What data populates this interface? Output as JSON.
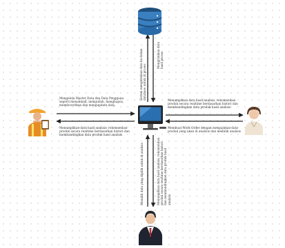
{
  "nodes": {
    "database": "database-icon",
    "computer": "computer-monitor-icon",
    "admin": "worker-with-clipboard-icon",
    "customer": "customer-person-icon",
    "manager": "businessman-icon"
  },
  "edges": {
    "left_top": "Mengelola Master Data dan Data Pengguna seperti menambah, mengubah, menghapus, memfavoritkan dan mengupdate data.",
    "left_bottom": "Menampilkan data hasil analisis, rekomendasi produk secara realtime berdasarkan histori dan membandingkan data produk hasil analisis",
    "right_top": "Menampilkan data hasil analisis, rekomendasi produk secara realtime berdasarkan histori dan membandingkan data produk hasil analisis",
    "right_bottom": "Membuat Work Order dengan mengajukan data produk yang akan di analisis dan memilih analisis",
    "up_left": "Sistem mengirimkan data ke dalam database untuk di proses",
    "up_right": "Mengirimkan data hasil proses",
    "down_left": "Memilih data yang dipilih untuk di analisis",
    "down_right": "Menampilkan data hasil analisis, rekomendasi produk secara realtime berdasarkan histori dan membandingkan data produk hasil analisis"
  },
  "colors": {
    "db_top": "#1e4f7a",
    "db_body": "#3a7fc0",
    "monitor": "#2a6fb0",
    "arrow": "#222222"
  }
}
